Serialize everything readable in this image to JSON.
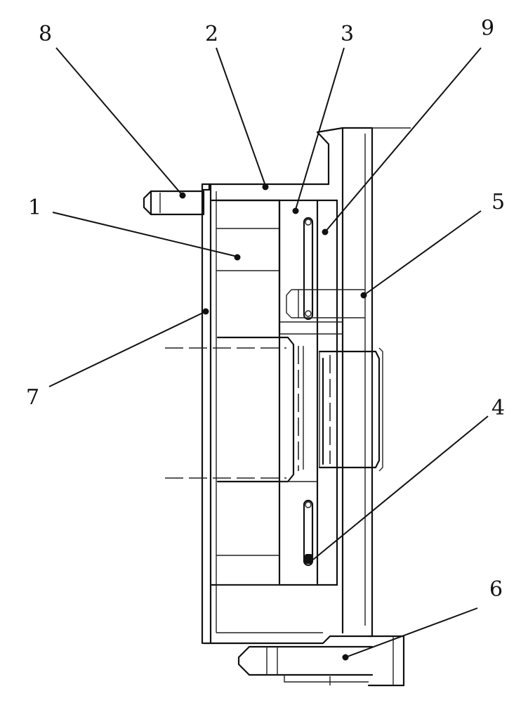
{
  "callouts": [
    {
      "id": "8",
      "label": "8"
    },
    {
      "id": "2",
      "label": "2"
    },
    {
      "id": "3",
      "label": "3"
    },
    {
      "id": "9",
      "label": "9"
    },
    {
      "id": "1",
      "label": "1"
    },
    {
      "id": "5",
      "label": "5"
    },
    {
      "id": "7",
      "label": "7"
    },
    {
      "id": "4",
      "label": "4"
    },
    {
      "id": "6",
      "label": "6"
    }
  ],
  "colors": {
    "line": "#111111",
    "background": "#ffffff"
  }
}
